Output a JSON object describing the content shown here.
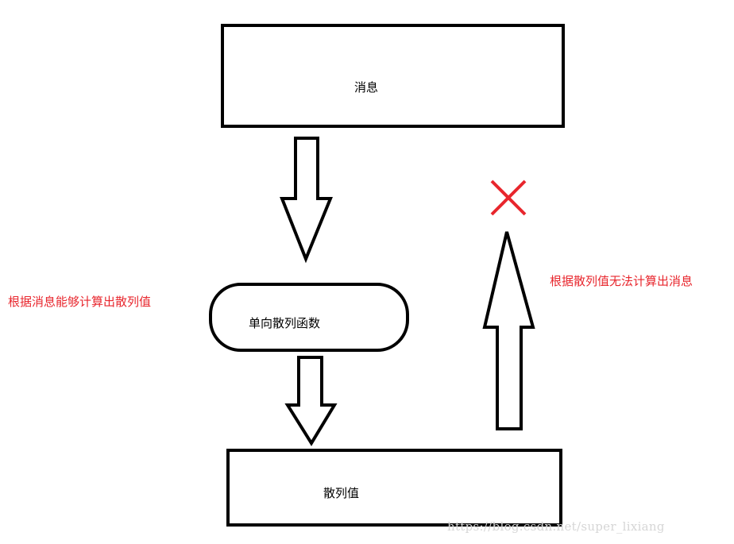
{
  "nodes": {
    "message": "消息",
    "hash_function": "单向散列函数",
    "hash_value": "散列值"
  },
  "annotations": {
    "left": "根据消息能够计算出散列值",
    "right": "根据散列值无法计算出消息"
  },
  "icons": {
    "cross": "cross-icon"
  },
  "colors": {
    "stroke": "#000000",
    "annotation": "#e8262d",
    "cross": "#e8262d"
  },
  "watermark": "https://blog.csdn.net/super_lixiang"
}
